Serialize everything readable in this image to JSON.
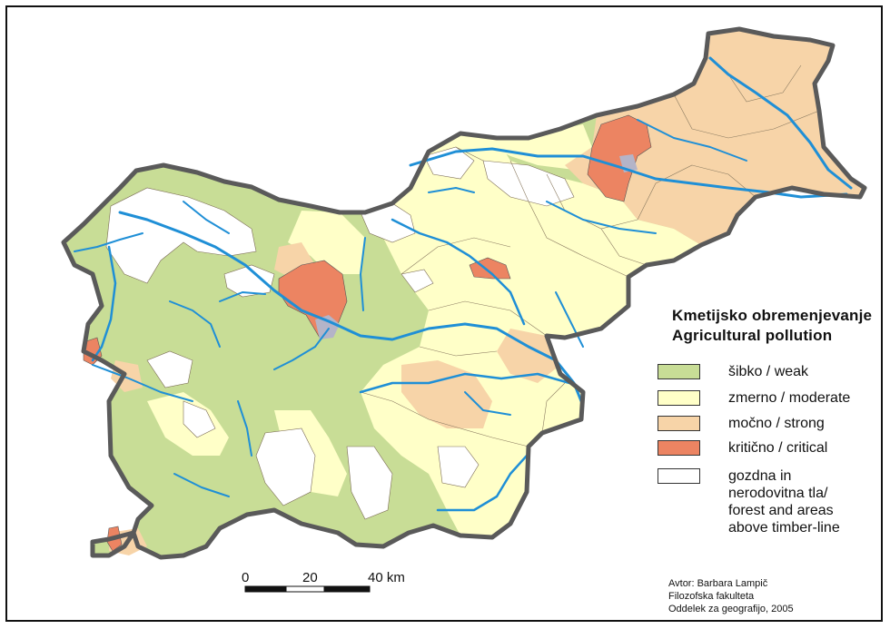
{
  "legend": {
    "title_line1": "Kmetijsko obremenjevanje",
    "title_line2": "Agricultural pollution",
    "items": [
      {
        "label": "šibko / weak",
        "color": "#c8dd96"
      },
      {
        "label": "zmerno / moderate",
        "color": "#ffffc8"
      },
      {
        "label": "močno / strong",
        "color": "#f7d4a8"
      },
      {
        "label": "kritično / critical",
        "color": "#ec8462"
      },
      {
        "label_lines": [
          "gozdna in",
          "nerodovitna tla/",
          "forest and areas",
          "above timber-line"
        ],
        "color": "#ffffff"
      }
    ]
  },
  "scale_bar": {
    "label_0": "0",
    "label_20": "20",
    "label_40": "40 km"
  },
  "credits": {
    "line1": "Avtor: Barbara Lampič",
    "line2": "Filozofska fakulteta",
    "line3": "Oddelek za geografijo, 2005"
  },
  "colors": {
    "border": "#5a5a5a",
    "river": "#1f8fd6",
    "urban": "#b4b4c8"
  }
}
